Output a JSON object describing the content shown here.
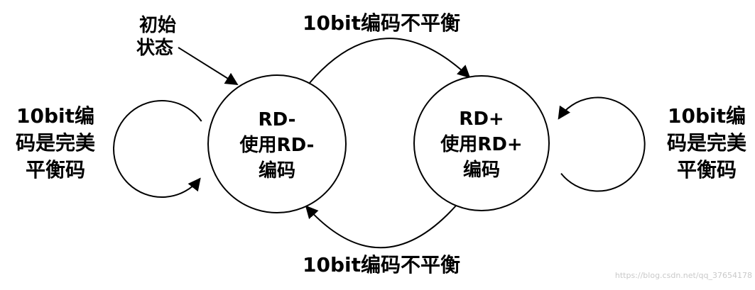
{
  "diagram": {
    "initial_pointer": {
      "line1": "初始",
      "line2": "状态"
    },
    "states": {
      "rd_minus": {
        "line1": "RD-",
        "line2": "使用RD-",
        "line3": "编码"
      },
      "rd_plus": {
        "line1": "RD+",
        "line2": "使用RD+",
        "line3": "编码"
      }
    },
    "transitions": {
      "top_label": "10bit编码不平衡",
      "bottom_label": "10bit编码不平衡",
      "left_loop_label": {
        "line1": "10bit编",
        "line2": "码是完美",
        "line3": "平衡码"
      },
      "right_loop_label": {
        "line1": "10bit编",
        "line2": "码是完美",
        "line3": "平衡码"
      }
    },
    "watermark": "https://blog.csdn.net/qq_37654178",
    "colors": {
      "line": "#000000",
      "background": "#ffffff",
      "watermark": "#c9c9c9"
    }
  }
}
